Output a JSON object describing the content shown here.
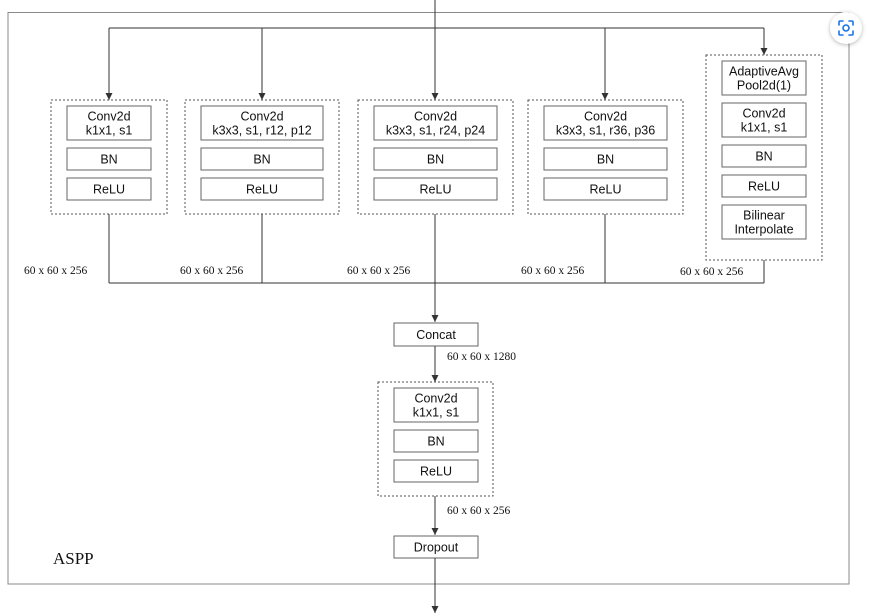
{
  "diagram": {
    "branches": [
      {
        "layers": [
          "Conv2d\nk1x1, s1",
          "BN",
          "ReLU"
        ],
        "output_shape": "60 x 60 x 256"
      },
      {
        "layers": [
          "Conv2d\nk3x3, s1, r12, p12",
          "BN",
          "ReLU"
        ],
        "output_shape": "60 x 60 x 256"
      },
      {
        "layers": [
          "Conv2d\nk3x3, s1, r24, p24",
          "BN",
          "ReLU"
        ],
        "output_shape": "60 x 60 x 256"
      },
      {
        "layers": [
          "Conv2d\nk3x3, s1, r36, p36",
          "BN",
          "ReLU"
        ],
        "output_shape": "60 x 60 x 256"
      },
      {
        "layers": [
          "AdaptiveAvg\nPool2d(1)",
          "Conv2d\nk1x1, s1",
          "BN",
          "ReLU",
          "Bilinear\nInterpolate"
        ],
        "output_shape": "60 x 60 x 256"
      }
    ],
    "concat": {
      "label": "Concat",
      "output_shape": "60 x 60 x 1280"
    },
    "projection": {
      "layers": [
        "Conv2d\nk1x1, s1",
        "BN",
        "ReLU"
      ],
      "output_shape": "60 x 60 x 256"
    },
    "dropout": {
      "label": "Dropout"
    },
    "module_label": "ASPP"
  },
  "icons": {
    "lens": "visual-search-lens-icon"
  },
  "colors": {
    "lens_icon": "#1a73e8"
  }
}
